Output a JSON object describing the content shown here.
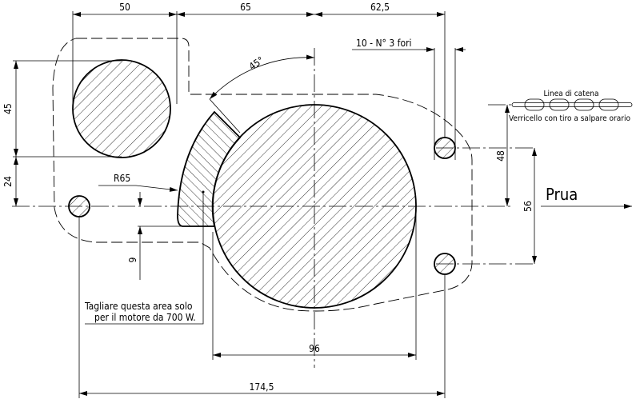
{
  "dimensions": {
    "top_left": "50",
    "top_mid": "65",
    "top_right": "62,5",
    "left_upper": "45",
    "left_lower": "24",
    "right_48": "48",
    "right_56": "56",
    "bottom_96": "96",
    "bottom_total": "174,5",
    "offset_9": "9",
    "radius": "R65",
    "angle": "45°"
  },
  "labels": {
    "holes": "10 - N° 3 fori",
    "chain_title": "Linea di catena",
    "winch_note": "Verricello con tiro a salpare orario",
    "bow": "Prua",
    "cut_note_line1": "Tagliare questa area solo",
    "cut_note_line2": "per il motore da 700 W."
  }
}
